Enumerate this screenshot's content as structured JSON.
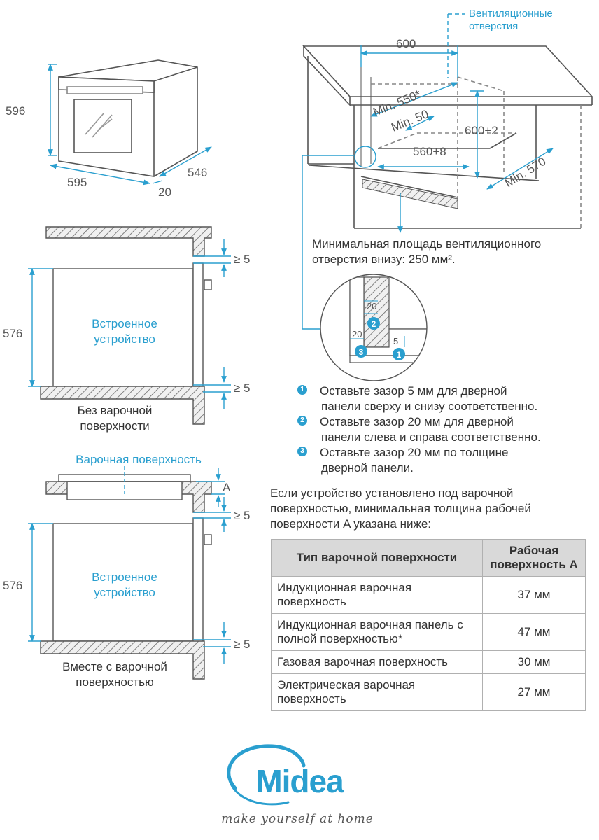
{
  "oven_dims": {
    "height": "596",
    "width": "595",
    "depth": "546",
    "door": "20"
  },
  "cabinet": {
    "vent_label_line1": "Вентиляционные",
    "vent_label_line2": "отверстия",
    "dim_600_width": "600",
    "min550": "Min. 550*",
    "min50": "Min. 50",
    "dim_600_height": "600+2",
    "dim_560": "560+8",
    "min570": "Min. 570",
    "vent_note_line1": "Минимальная площадь вентиляционного",
    "vent_note_line2": "отверстия внизу: 250 мм²."
  },
  "detail": {
    "g20_top": "20",
    "g20_left": "20",
    "g5": "5",
    "n1": "1",
    "n2": "2",
    "n3": "3"
  },
  "no_hob": {
    "height": "576",
    "gap_top": "≥ 5",
    "gap_bottom": "≥ 5",
    "device_line1": "Встроенное",
    "device_line2": "устройство",
    "caption_line1": "Без варочной",
    "caption_line2": "поверхности"
  },
  "with_hob": {
    "hob_label": "Варочная поверхность",
    "a_label": "A",
    "height": "576",
    "gap_top": "≥ 5",
    "gap_bottom": "≥ 5",
    "device_line1": "Встроенное",
    "device_line2": "устройство",
    "caption_line1": "Вместе с варочной",
    "caption_line2": "поверхностью"
  },
  "legend": [
    {
      "num": "1",
      "line1": "Оставьте зазор 5 мм для дверной",
      "line2": "панели сверху и снизу соответственно."
    },
    {
      "num": "2",
      "line1": "Оставьте зазор 20 мм для дверной",
      "line2": "панели слева и справа соответственно."
    },
    {
      "num": "3",
      "line1": "Оставьте зазор 20 мм по толщине",
      "line2": "дверной панели."
    }
  ],
  "table_intro": {
    "line1": "Если устройство установлено под варочной",
    "line2": "поверхностью, минимальная толщина рабочей",
    "line3": "поверхности A указана ниже:"
  },
  "table": {
    "headers": [
      "Тип варочной поверхности",
      "Рабочая поверхность A"
    ],
    "rows": [
      [
        "Индукционная варочная поверхность",
        "37 мм"
      ],
      [
        "Индукционная варочная панель с полной поверхностью*",
        "47 мм"
      ],
      [
        "Газовая варочная поверхность",
        "30 мм"
      ],
      [
        "Электрическая варочная поверхность",
        "27 мм"
      ]
    ]
  },
  "brand": {
    "logo": "Midea",
    "slogan": "make yourself at home"
  },
  "colors": {
    "accent": "#2a9fcf",
    "line": "#555555",
    "table_header": "#d9d9d9"
  }
}
